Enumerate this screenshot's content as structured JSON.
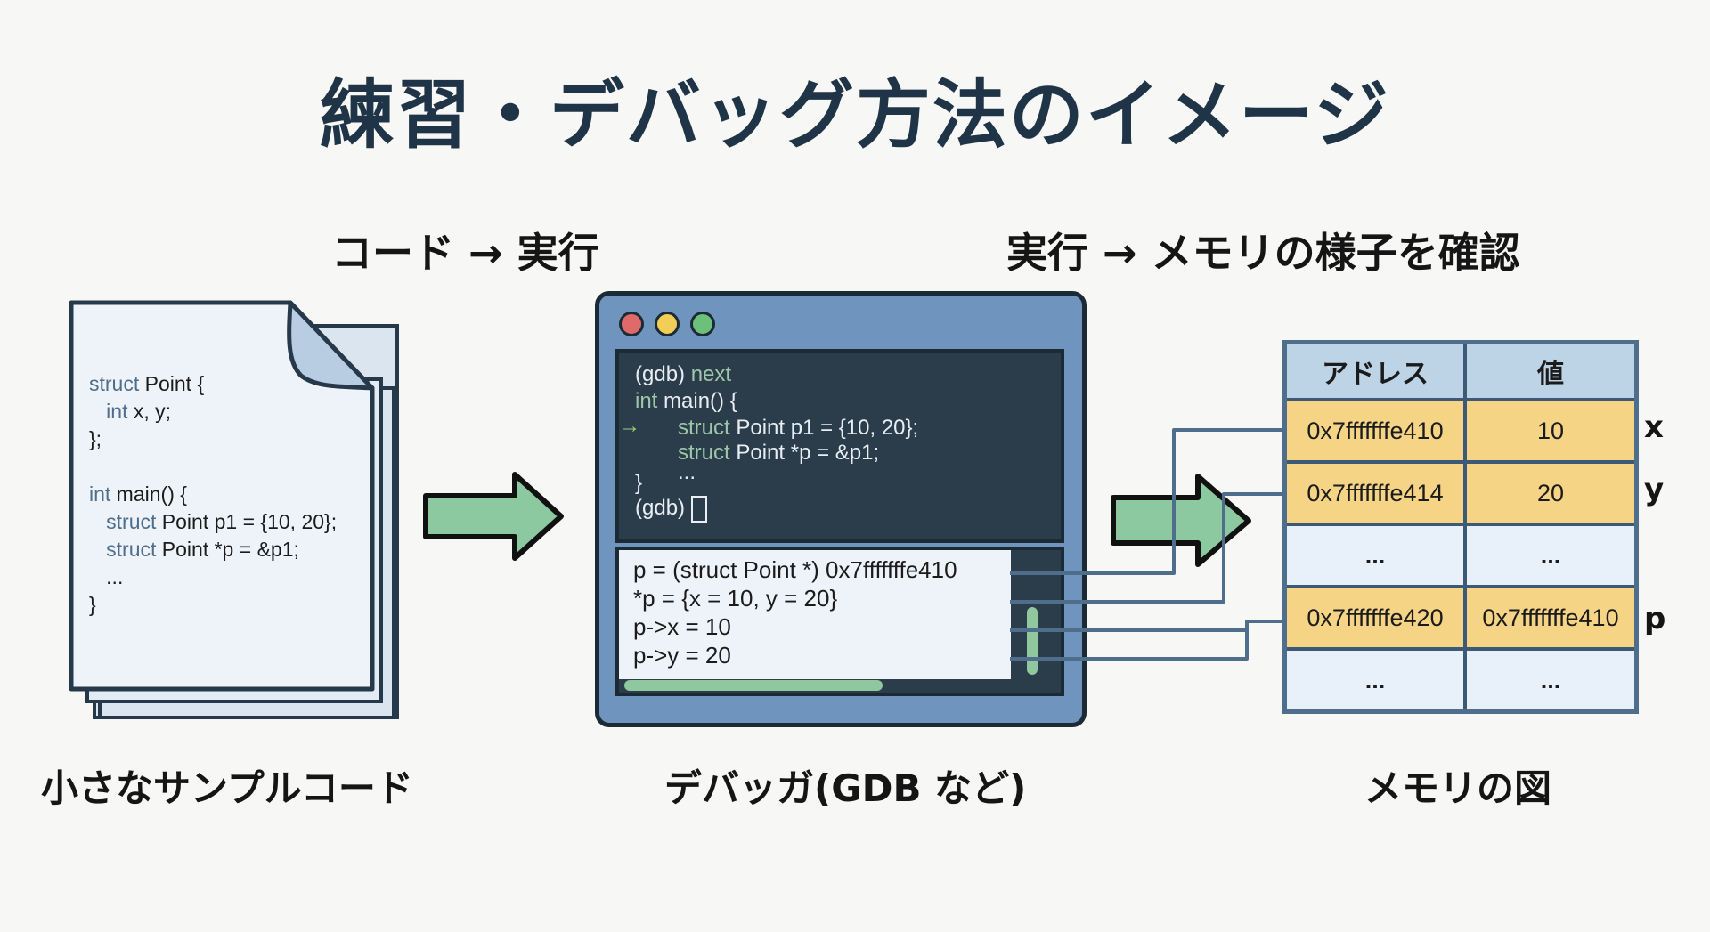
{
  "title": "練習・デバッグ方法のイメージ",
  "subheads": {
    "left": "コード → 実行",
    "right": "実行 → メモリの様子を確認"
  },
  "captions": {
    "code": "小さなサンプルコード",
    "debugger": "デバッガ(GDB など)",
    "memory": "メモリの図"
  },
  "code_file": {
    "lines": [
      {
        "kw": "struct",
        "rest": " Point {"
      },
      {
        "kw": "   int",
        "rest": " x, y;"
      },
      {
        "kw": "",
        "rest": "};"
      },
      {
        "kw": "",
        "rest": ""
      },
      {
        "kw": "int",
        "rest": " main() {"
      },
      {
        "kw": "   struct",
        "rest": " Point p1 = {10, 20};"
      },
      {
        "kw": "   struct",
        "rest": " Point *p = &p1;"
      },
      {
        "kw": "",
        "rest": "   ..."
      },
      {
        "kw": "",
        "rest": "}"
      }
    ]
  },
  "debugger": {
    "window_buttons": {
      "close": "#e06a6a",
      "minimize": "#f2cd58",
      "maximize": "#6cc07a"
    },
    "terminal": {
      "prompt1": "(gdb) ",
      "command": "next",
      "line2_kw": "int",
      "line2_rest": " main() {",
      "current_arrow": "→",
      "line3_kw": "struct",
      "line3_rest": " Point p1 = {10, 20};",
      "line4_kw": "struct",
      "line4_rest": " Point *p = &p1;",
      "line5_brace": "}",
      "line5_ellipsis": "...",
      "prompt2": "(gdb) "
    },
    "output_lines": [
      "p = (struct Point *) 0x7fffffffe410",
      "*p = {x = 10, y = 20}",
      "p->x = 10",
      "p->y = 20"
    ]
  },
  "memory_table": {
    "headers": [
      "アドレス",
      "値"
    ],
    "rows": [
      {
        "address": "0x7fffffffe410",
        "value": "10",
        "label": "x",
        "highlight": true
      },
      {
        "address": "0x7fffffffe414",
        "value": "20",
        "label": "y",
        "highlight": true
      },
      {
        "address": "...",
        "value": "...",
        "label": "",
        "highlight": false
      },
      {
        "address": "0x7fffffffe420",
        "value": "0x7fffffffe410",
        "label": "p",
        "highlight": true
      },
      {
        "address": "...",
        "value": "...",
        "label": "",
        "highlight": false
      }
    ]
  },
  "colors": {
    "arrow_fill": "#8cc8a0",
    "connector": "#4f6e8c",
    "highlight_cell": "#f6d486",
    "header_cell": "#bdd3e6"
  }
}
